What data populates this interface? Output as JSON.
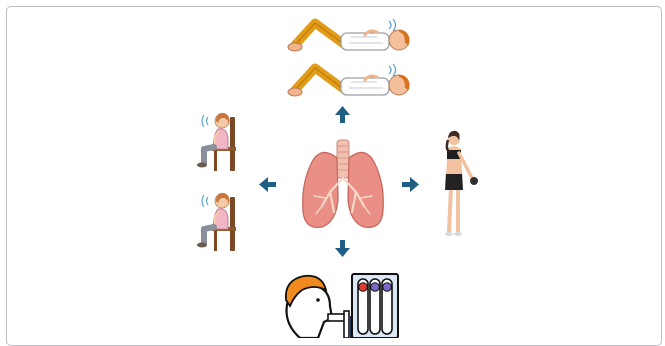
{
  "figure": {
    "panels": [
      {
        "id": "supine-breathing",
        "icon": "person-lying-knees-bent-icon",
        "count": 2
      },
      {
        "id": "seated-breathing",
        "icon": "woman-sitting-chair-icon",
        "count": 2
      },
      {
        "id": "standing-exercise",
        "icon": "woman-standing-arm-stretch-icon",
        "count": 1
      },
      {
        "id": "incentive-spirometer",
        "icon": "spirometer-device-icon",
        "count": 1
      }
    ],
    "center_icon": "lungs-icon",
    "arrow_color": "#1f5f86",
    "lung_color": "#e98e86"
  }
}
